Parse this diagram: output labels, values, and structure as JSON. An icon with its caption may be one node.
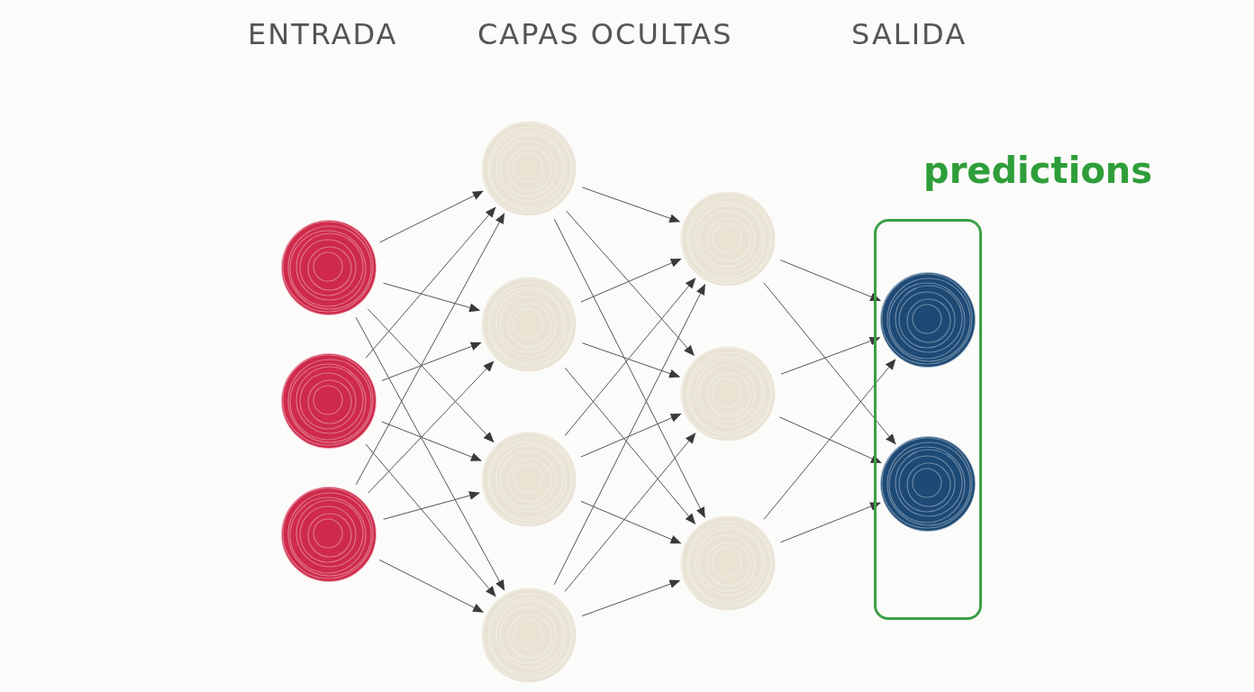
{
  "diagram": {
    "nodes": [
      {
        "text": [],
        "shape": "circle"
      },
      {
        "text": [],
        "shape": "circle"
      },
      {
        "text": [],
        "shape": "circle"
      },
      {
        "text": [],
        "shape": "circle"
      },
      {
        "text": [],
        "shape": "circle"
      },
      {
        "text": [],
        "shape": "circle"
      },
      {
        "text": [],
        "shape": "circle"
      },
      {
        "text": [],
        "shape": "circle"
      },
      {
        "text": [],
        "shape": "circle"
      },
      {
        "text": [],
        "shape": "circle"
      },
      {
        "text": [
          "predictions"
        ]
      },
      {
        "text": [],
        "shape": "circle",
        "in": 10
      },
      {
        "text": [],
        "shape": "circle",
        "in": 10
      }
    ],
    "edges": [
      {
        "from": 0,
        "to": 3,
        "arrow": "to"
      },
      {
        "from": 0,
        "to": 4,
        "arrow": "to"
      },
      {
        "from": 0,
        "to": 5,
        "arrow": "to"
      },
      {
        "from": 0,
        "to": 6,
        "arrow": "to"
      },
      {
        "from": 1,
        "to": 3,
        "arrow": "to"
      },
      {
        "from": 1,
        "to": 4,
        "arrow": "to"
      },
      {
        "from": 1,
        "to": 5,
        "arrow": "to"
      },
      {
        "from": 1,
        "to": 6,
        "arrow": "to"
      },
      {
        "from": 2,
        "to": 3,
        "arrow": "to"
      },
      {
        "from": 2,
        "to": 4,
        "arrow": "to"
      },
      {
        "from": 2,
        "to": 5,
        "arrow": "to"
      },
      {
        "from": 2,
        "to": 6,
        "arrow": "to"
      },
      {
        "from": 3,
        "to": 7,
        "arrow": "to"
      },
      {
        "from": 3,
        "to": 8,
        "arrow": "to"
      },
      {
        "from": 3,
        "to": 9,
        "arrow": "to"
      },
      {
        "from": 4,
        "to": 7,
        "arrow": "to"
      },
      {
        "from": 4,
        "to": 8,
        "arrow": "to"
      },
      {
        "from": 4,
        "to": 9,
        "arrow": "to"
      },
      {
        "from": 5,
        "to": 7,
        "arrow": "to"
      },
      {
        "from": 5,
        "to": 8,
        "arrow": "to"
      },
      {
        "from": 5,
        "to": 9,
        "arrow": "to"
      },
      {
        "from": 6,
        "to": 7,
        "arrow": "to"
      },
      {
        "from": 6,
        "to": 8,
        "arrow": "to"
      },
      {
        "from": 6,
        "to": 9,
        "arrow": "to"
      },
      {
        "from": 7,
        "to": 11,
        "arrow": "to"
      },
      {
        "from": 7,
        "to": 12,
        "arrow": "to"
      },
      {
        "from": 8,
        "to": 11,
        "arrow": "to"
      },
      {
        "from": 8,
        "to": 12,
        "arrow": "to"
      },
      {
        "from": 9,
        "to": 11,
        "arrow": "to"
      },
      {
        "from": 9,
        "to": 12,
        "arrow": "to"
      }
    ],
    "labels": [
      "ENTRADA",
      "CAPAS OCULTAS",
      "SALIDA"
    ]
  }
}
